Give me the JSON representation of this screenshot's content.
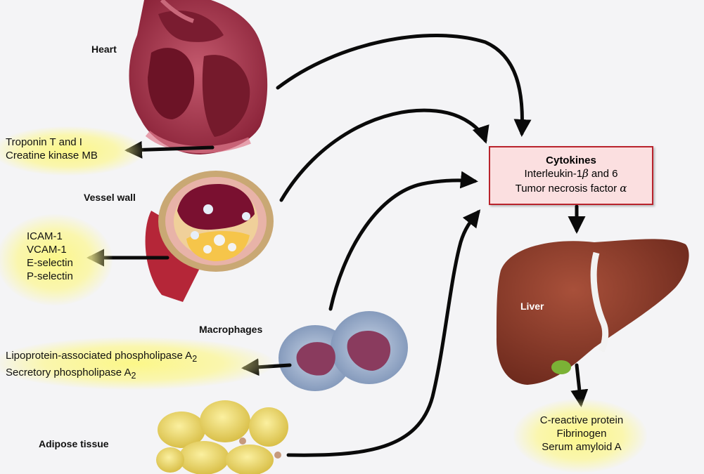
{
  "colors": {
    "background": "#f4f4f6",
    "highlight": "#fcf782",
    "box_fill": "#fbdfe0",
    "box_border": "#b9232c",
    "heart": "#a12c45",
    "liver": "#8b3a2a",
    "adipose": "#e9d66c",
    "arrow": "#0a0a0a"
  },
  "heart": {
    "label": "Heart",
    "markers": [
      "Troponin T and I",
      "Creatine kinase MB"
    ]
  },
  "vessel_wall": {
    "label": "Vessel wall",
    "markers": [
      "ICAM-1",
      "VCAM-1",
      "E-selectin",
      "P-selectin"
    ]
  },
  "macrophages": {
    "label": "Macrophages",
    "markers": [
      {
        "text": "Lipoprotein-associated phospholipase A",
        "sub": "2"
      },
      {
        "text": "Secretory phospholipase A",
        "sub": "2"
      }
    ]
  },
  "adipose": {
    "label": "Adipose tissue"
  },
  "cytokines": {
    "title": "Cytokines",
    "line1_prefix": "Interleukin-1",
    "line1_greek": "β",
    "line1_suffix": " and 6",
    "line2_prefix": "Tumor necrosis factor ",
    "line2_greek": "α"
  },
  "liver": {
    "label": "Liver",
    "markers": [
      "C-reactive protein",
      "Fibrinogen",
      "Serum amyloid A"
    ]
  }
}
